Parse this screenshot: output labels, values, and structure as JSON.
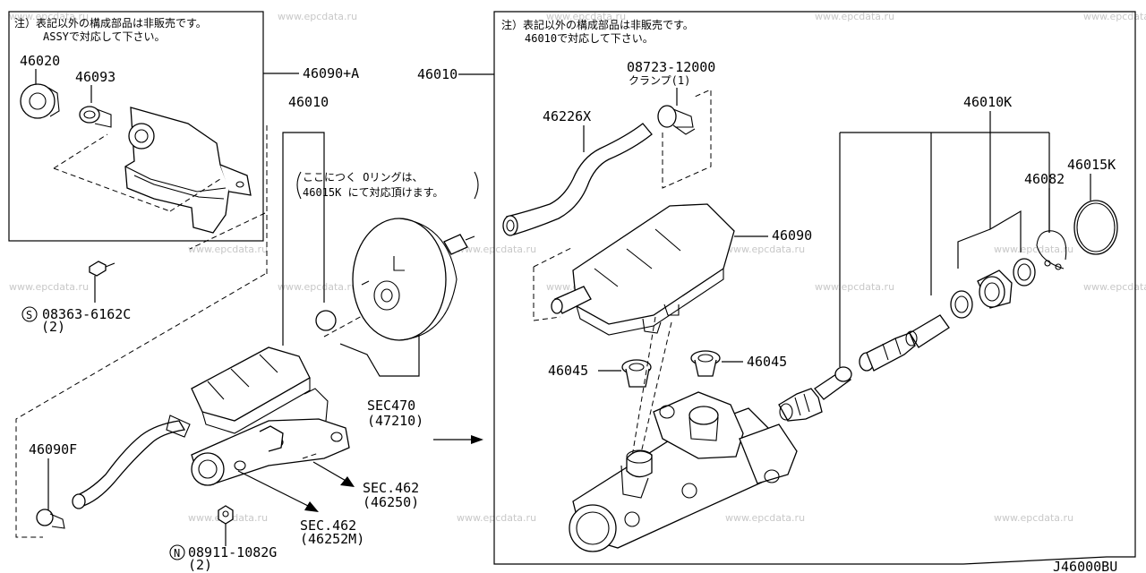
{
  "diagram_code": "J46000BU",
  "notes": {
    "left_line1": "注）表記以外の構成部品は非販売です。",
    "left_line2": "ASSYで対応して下さい。",
    "right_line1": "注）表記以外の構成部品は非販売です。",
    "right_line2": "46010で対応して下さい。",
    "oring_line1": "ここにつく Oリングは、",
    "oring_line2": "46015K にて対応頂けます。"
  },
  "parts": {
    "p46020": "46020",
    "p46093": "46093",
    "p46090A": "46090+A",
    "p46010_mid": "46010",
    "p46010_main": "46010",
    "p08723": "08723-12000",
    "clamp": "クランプ(1)",
    "p46226X": "46226X",
    "p46010K": "46010K",
    "p46015K": "46015K",
    "p46082": "46082",
    "p46090": "46090",
    "p46045_left": "46045",
    "p46045_right": "46045",
    "bolt_s": "08363-6162C",
    "bolt_s_qty": "(2)",
    "nut_n": "08911-1082G",
    "nut_n_qty": "(2)",
    "p46090F": "46090F",
    "sec470": "SEC470",
    "sec470_sub": "(47210)",
    "sec462a": "SEC.462",
    "sec462a_sub": "(46250)",
    "sec462b": "SEC.462",
    "sec462b_sub": "(46252M)",
    "s_symbol": "S",
    "n_symbol": "N"
  },
  "watermark": "www.epcdata.ru"
}
